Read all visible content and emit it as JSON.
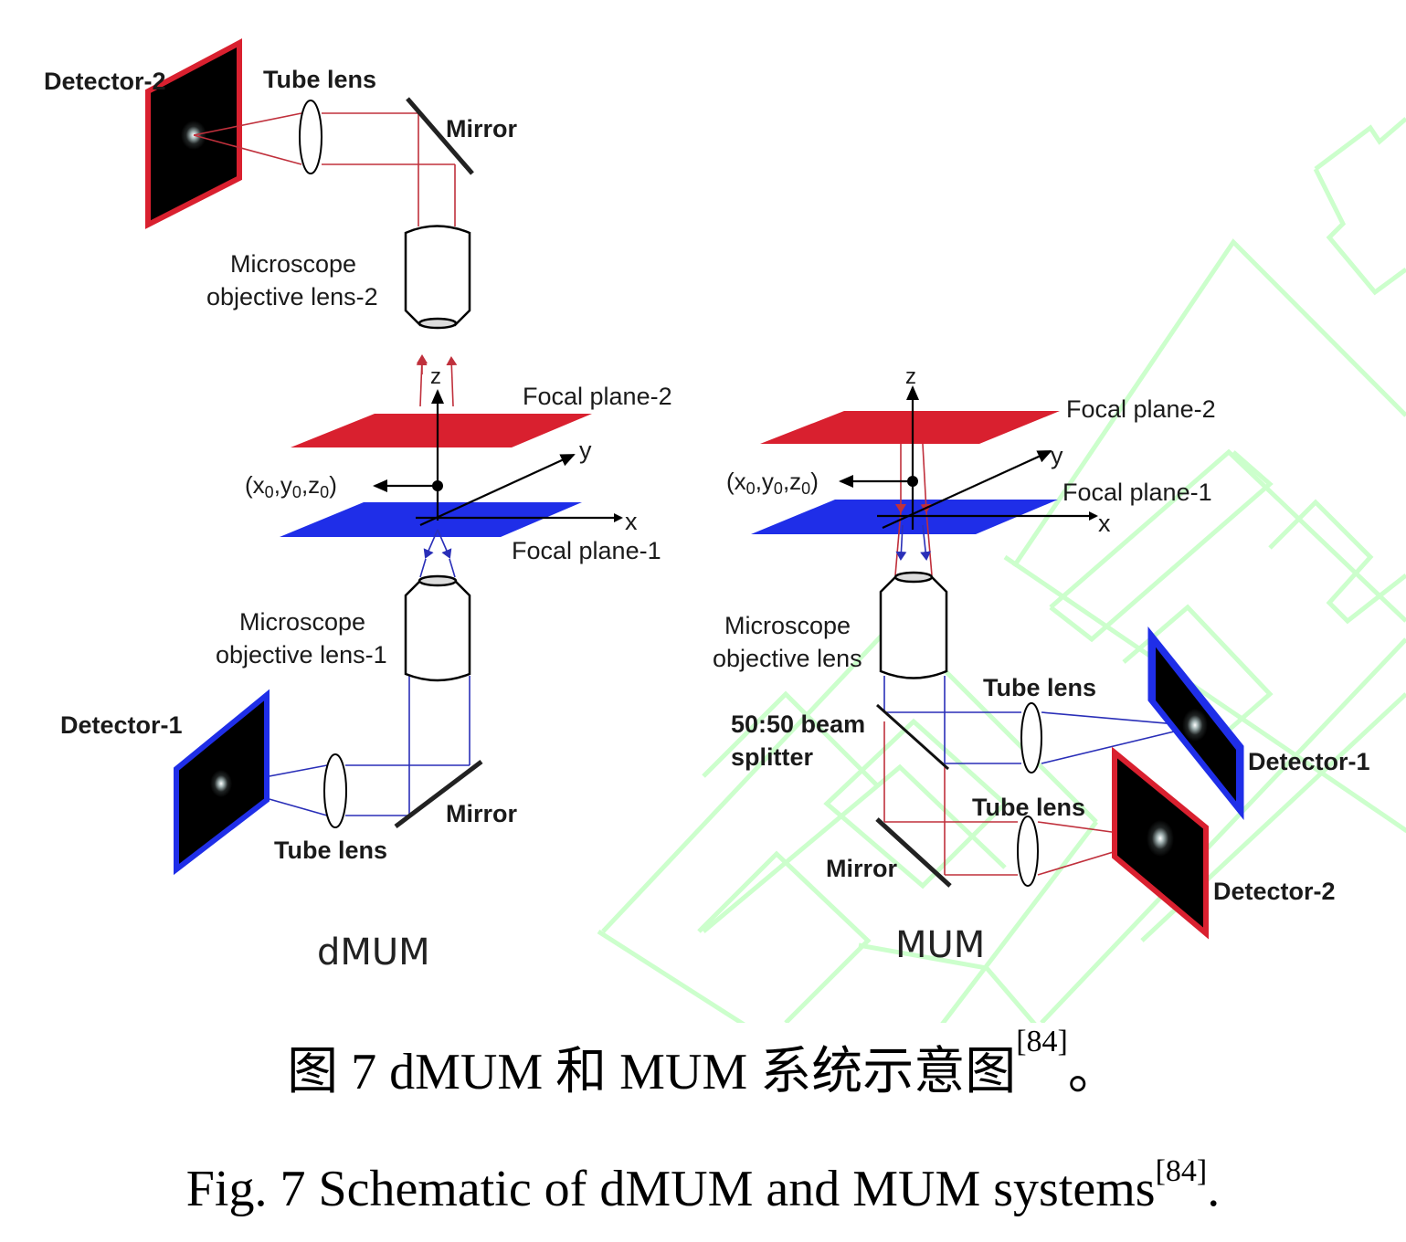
{
  "colors": {
    "red": "#d9202f",
    "blue": "#1f2ee8",
    "beam_red": "#c0303c",
    "beam_blue": "#2a2fb8",
    "watermark": "#ccffcc"
  },
  "dmum": {
    "system_label": "dMUM",
    "detector2": "Detector-2",
    "tube_lens_top": "Tube lens",
    "mirror_top": "Mirror",
    "objective2_line1": "Microscope",
    "objective2_line2": "objective lens-2",
    "focal_plane2": "Focal plane-2",
    "focal_plane1": "Focal plane-1",
    "axis_z": "z",
    "axis_y": "y",
    "axis_x": "x",
    "point": "(x0,y0,z0)",
    "objective1_line1": "Microscope",
    "objective1_line2": "objective lens-1",
    "detector1": "Detector-1",
    "tube_lens_bottom": "Tube lens",
    "mirror_bottom": "Mirror"
  },
  "mum": {
    "system_label": "MUM",
    "axis_z": "z",
    "axis_y": "y",
    "axis_x": "x",
    "point": "(x0,y0,z0)",
    "focal_plane2": "Focal plane-2",
    "focal_plane1": "Focal plane-1",
    "objective_line1": "Microscope",
    "objective_line2": "objective lens",
    "splitter_line1": "50:50 beam",
    "splitter_line2": "splitter",
    "tube_lens1": "Tube lens",
    "tube_lens2": "Tube lens",
    "mirror": "Mirror",
    "detector1": "Detector-1",
    "detector2": "Detector-2"
  },
  "caption": {
    "cn_text": "图  7 dMUM 和  MUM 系统示意图",
    "cn_ref": "[84]",
    "cn_end": "。",
    "en_text": "Fig. 7 Schematic of dMUM and MUM systems",
    "en_ref": "[84]",
    "en_end": "."
  }
}
